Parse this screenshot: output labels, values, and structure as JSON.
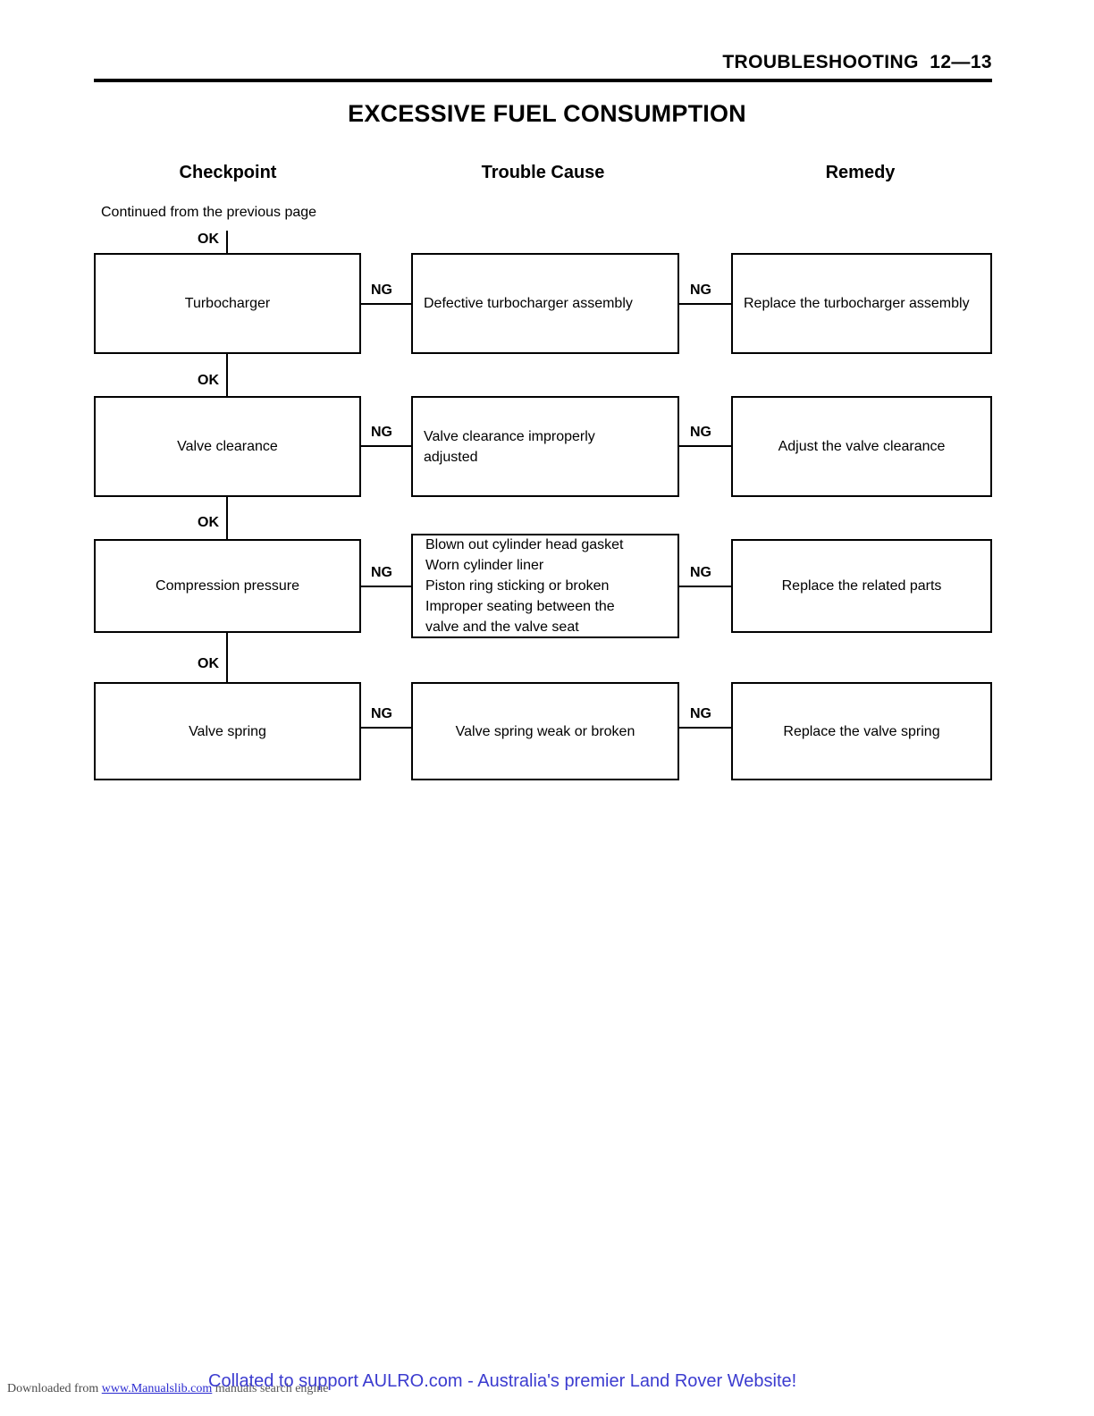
{
  "page": {
    "header_title": "TROUBLESHOOTING  12—13",
    "doc_title": "EXCESSIVE FUEL CONSUMPTION"
  },
  "columns": {
    "checkpoint": "Checkpoint",
    "trouble_cause": "Trouble Cause",
    "remedy": "Remedy"
  },
  "continued_note": "Continued from the previous page",
  "labels": {
    "ok": "OK",
    "ng": "NG"
  },
  "flow_rows": [
    {
      "checkpoint": "Turbocharger",
      "cause": "Defective turbocharger assembly",
      "remedy": "Replace the turbocharger assembly",
      "ok_label": "OK",
      "ng_label_1": "NG",
      "ng_label_2": "NG"
    },
    {
      "checkpoint": "Valve clearance",
      "cause": "Valve clearance improperly adjusted",
      "remedy": "Adjust the valve clearance",
      "ok_label": "OK",
      "ng_label_1": "NG",
      "ng_label_2": "NG"
    },
    {
      "checkpoint": "Compression pressure",
      "cause": "Blown out cylinder head gasket\nWorn cylinder liner\nPiston ring sticking or broken\nImproper seating between the\nvalve and the valve seat",
      "remedy": "Replace the related parts",
      "ok_label": "OK",
      "ng_label_1": "NG",
      "ng_label_2": "NG"
    },
    {
      "checkpoint": "Valve spring",
      "cause": "Valve spring weak or broken",
      "remedy": "Replace the valve spring",
      "ok_label": "OK",
      "ng_label_1": "NG",
      "ng_label_2": "NG"
    }
  ],
  "footer": {
    "manualslib_prefix": "Downloaded from ",
    "manualslib_link": "www.Manualslib.com",
    "manualslib_suffix": " manuals search engine",
    "aulro": "Collated to support AULRO.com - Australia's premier Land Rover Website!"
  },
  "colors": {
    "ink": "#000000",
    "aulro_blue": "#3b3bcf",
    "manualslib_blue": "#2a2ad0"
  }
}
